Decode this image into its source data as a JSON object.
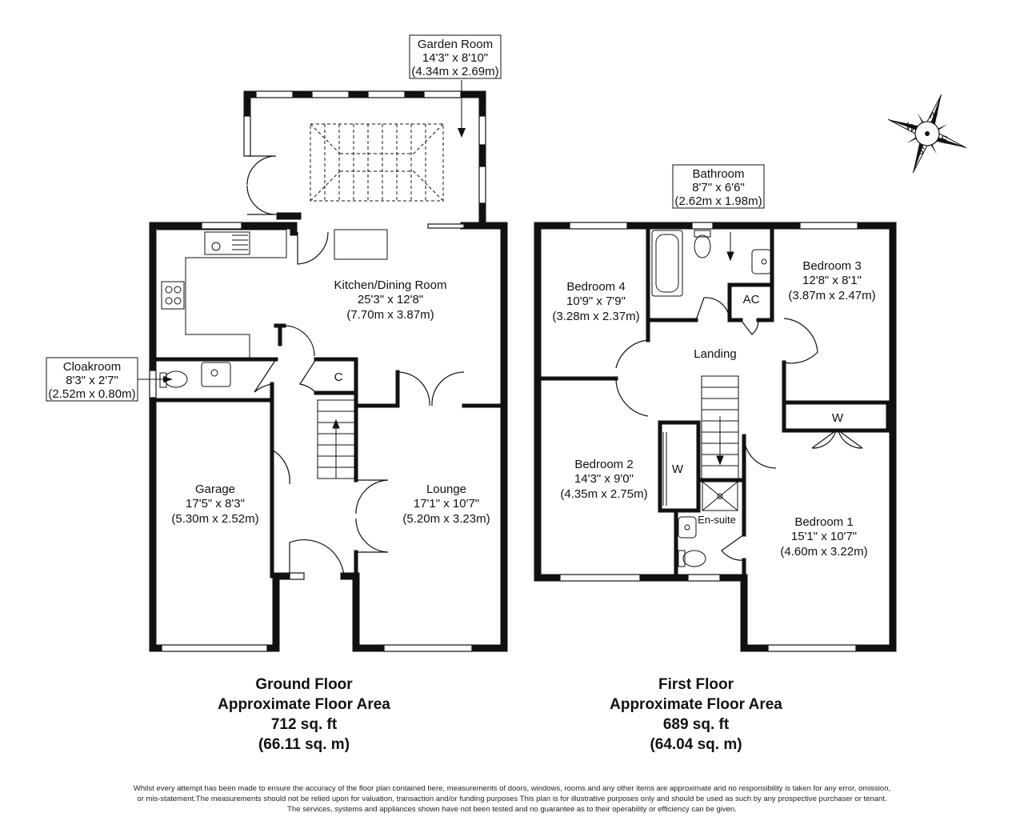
{
  "rooms": {
    "garden_room": {
      "name": "Garden Room",
      "imperial": "14'3\" x 8'10\"",
      "metric": "(4.34m x 2.69m)"
    },
    "kitchen": {
      "name": "Kitchen/Dining Room",
      "imperial": "25'3\" x 12'8\"",
      "metric": "(7.70m x 3.87m)"
    },
    "cloakroom": {
      "name": "Cloakroom",
      "imperial": "8'3\" x 2'7\"",
      "metric": "(2.52m x 0.80m)"
    },
    "garage": {
      "name": "Garage",
      "imperial": "17'5\" x 8'3\"",
      "metric": "(5.30m x 2.52m)"
    },
    "lounge": {
      "name": "Lounge",
      "imperial": "17'1\" x 10'7\"",
      "metric": "(5.20m x 3.23m)"
    },
    "bathroom": {
      "name": "Bathroom",
      "imperial": "8'7\" x 6'6\"",
      "metric": "(2.62m x 1.98m)"
    },
    "bedroom4": {
      "name": "Bedroom 4",
      "imperial": "10'9\" x 7'9\"",
      "metric": "(3.28m x 2.37m)"
    },
    "bedroom3": {
      "name": "Bedroom 3",
      "imperial": "12'8\" x 8'1\"",
      "metric": "(3.87m x 2.47m)"
    },
    "bedroom2": {
      "name": "Bedroom 2",
      "imperial": "14'3\" x 9'0\"",
      "metric": "(4.35m x 2.75m)"
    },
    "bedroom1": {
      "name": "Bedroom 1",
      "imperial": "15'1\" x 10'7\"",
      "metric": "(4.60m x 3.22m)"
    }
  },
  "small_labels": {
    "cupboard": "C",
    "airing_cupboard": "AC",
    "landing": "Landing",
    "wardrobe_bed3": "W",
    "wardrobe_bed2": "W",
    "ensuite": "En-suite"
  },
  "compass": {
    "n": "N",
    "e": "E",
    "s": "S",
    "w": "W"
  },
  "floors": {
    "ground": {
      "name": "Ground Floor",
      "area_label": "Approximate Floor Area",
      "sqft": "712 sq. ft",
      "sqm": "(66.11 sq. m)"
    },
    "first": {
      "name": "First Floor",
      "area_label": "Approximate Floor Area",
      "sqft": "689 sq. ft",
      "sqm": "(64.04 sq. m)"
    }
  },
  "disclaimer": [
    "Whilst every attempt has been made to ensure the accuracy of the floor plan contained here, measurements of doors, windows, rooms and any other items are approximate and no responsibility is taken for any error, omission,",
    "or mis-statement.The measurements should not be relied upon for valuation, transaction and/or funding purposes This plan is for illustrative purposes only and should be used as such by any prospective purchaser or tenant.",
    "The services, systems and appliances shown have not been tested and no guarantee as to their operability or efficiency can be given."
  ],
  "colors": {
    "wall": "#111111",
    "background": "#ffffff"
  }
}
